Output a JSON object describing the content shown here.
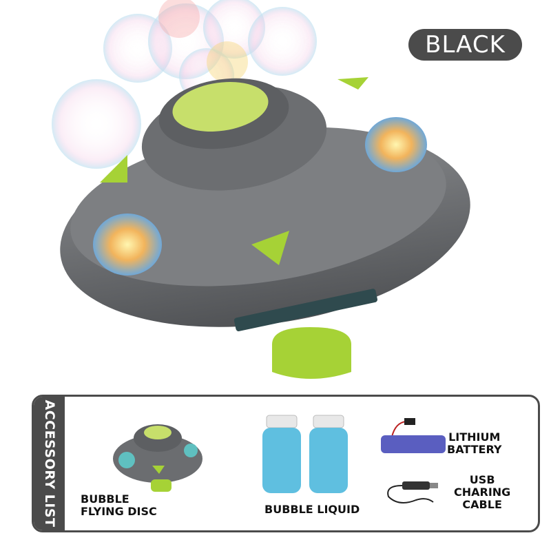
{
  "color_badge": {
    "label": "BLACK",
    "bg": "#4b4b4b"
  },
  "accessory_list": {
    "title": "ACCESSORY LIST",
    "items": [
      {
        "lines": [
          "BUBBLE",
          "FLYING DISC"
        ],
        "icon": "ufo-disc-image"
      },
      {
        "lines": [
          "BUBBLE LIQUID"
        ],
        "icon": "bubble-bottle-image"
      },
      {
        "lines": [
          "LITHIUM",
          "BATTERY"
        ],
        "icon": "battery-image"
      },
      {
        "lines": [
          "USB",
          "CHARING",
          "CABLE"
        ],
        "icon": "usb-cable-image"
      }
    ]
  },
  "colors": {
    "body": "#6b6d70",
    "accent": "#a6d236",
    "frame": "#4b4b4b"
  }
}
